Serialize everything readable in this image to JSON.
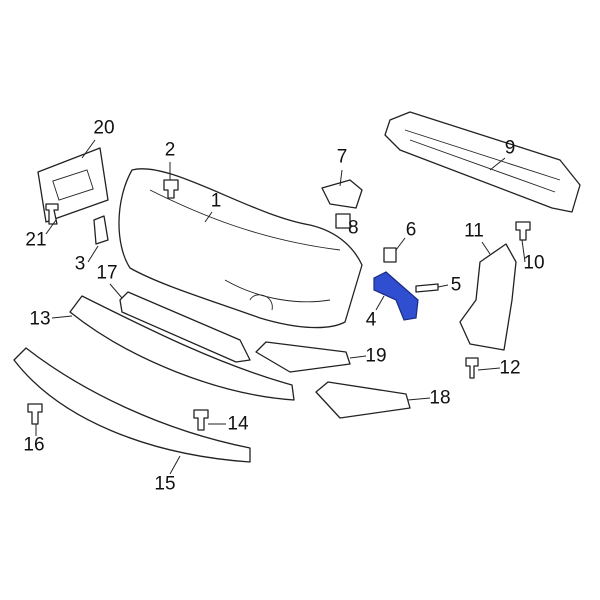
{
  "diagram": {
    "highlight_color": "#2f4fd0",
    "highlighted_part": "4",
    "callouts": [
      "1",
      "2",
      "3",
      "4",
      "5",
      "6",
      "7",
      "8",
      "9",
      "10",
      "11",
      "12",
      "13",
      "14",
      "15",
      "16",
      "17",
      "18",
      "19",
      "20",
      "21"
    ]
  }
}
